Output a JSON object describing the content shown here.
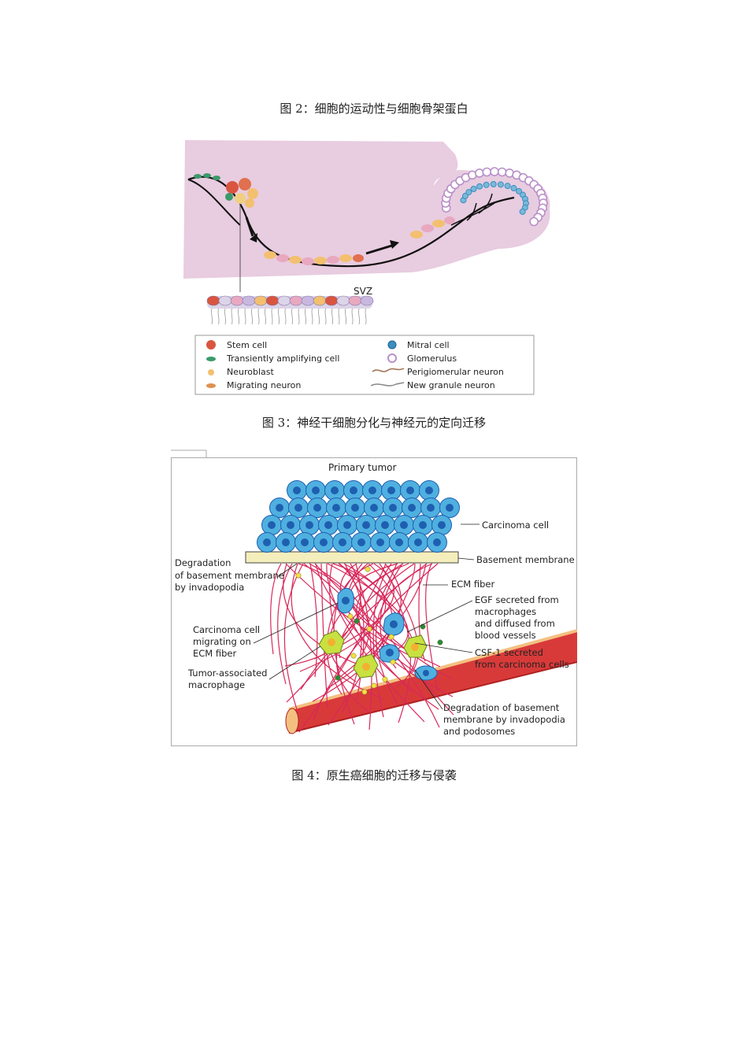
{
  "captions": {
    "fig2": "图 2：细胞的运动性与细胞骨架蛋白",
    "fig3": "图 3：神经干细胞分化与神经元的定向迁移",
    "fig4": "图 4：原生癌细胞的迁移与侵袭"
  },
  "figure3": {
    "svz_label": "SVZ",
    "legend": {
      "stem_cell": "Stem cell",
      "transient": "Transiently amplifying cell",
      "neuroblast": "Neuroblast",
      "migrating": "Migrating neuron",
      "mitral": "Mitral cell",
      "glomerulus": "Glomerulus",
      "perigl": "Perigiomerular neuron",
      "granule": "New granule neuron"
    },
    "colors": {
      "brain": "#e8cce0",
      "stem": "#d9553f",
      "transient": "#3a9a6a",
      "neuroblast": "#f3c070",
      "mitral": "#3a8fc0",
      "glomerulus": "#b890c8"
    }
  },
  "figure4": {
    "title": "Primary tumor",
    "labels": {
      "carcinoma_cell": "Carcinoma cell",
      "basement_membrane": "Basement membrane",
      "degradation_1": "Degradation",
      "degradation_2": "of basement membrane",
      "degradation_3": "by invadopodia",
      "ecm_fiber": "ECM fiber",
      "egf_1": "EGF secreted from",
      "egf_2": "macrophages",
      "egf_3": "and diffused from",
      "egf_4": "blood vessels",
      "migrating_1": "Carcinoma cell",
      "migrating_2": "migrating on",
      "migrating_3": "ECM fiber",
      "csf_1": "CSF-1 secreted",
      "csf_2": "from carcinoma cells",
      "tam_1": "Tumor-associated",
      "tam_2": "macrophage",
      "deg2_1": "Degradation of basement",
      "deg2_2": "membrane by invadopodia",
      "deg2_3": "and podosomes"
    },
    "colors": {
      "cell": "#4fb0e0",
      "nucleus": "#1f5fb0",
      "fiber": "#d8285a",
      "vessel": "#d83a3a",
      "macrophage": "#c8e040",
      "membrane": "#f4eebc"
    }
  }
}
